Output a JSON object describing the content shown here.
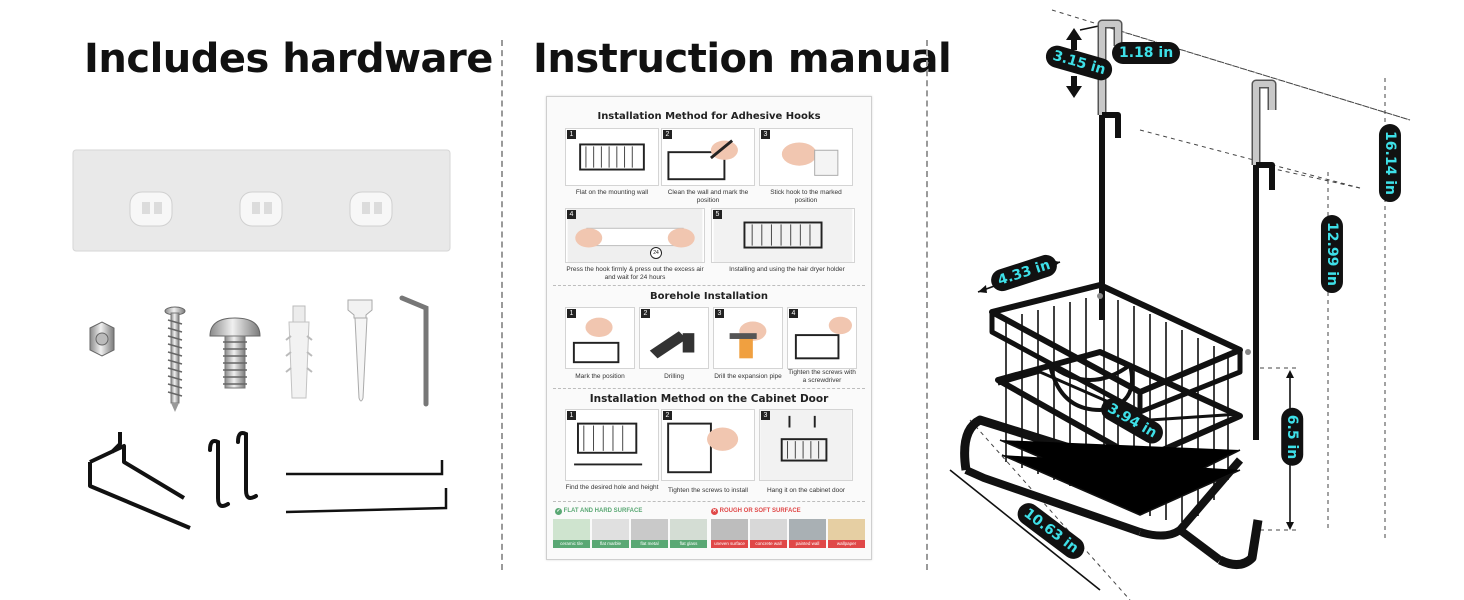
{
  "panels": {
    "hardware": {
      "title": "Includes hardware"
    },
    "manual": {
      "title": "Instruction manual"
    }
  },
  "manual": {
    "section1": {
      "title": "Installation Method for Adhesive Hooks",
      "steps": [
        {
          "num": "1",
          "caption": "Flat on the mounting wall"
        },
        {
          "num": "2",
          "caption": "Clean the wall and mark the position"
        },
        {
          "num": "3",
          "caption": "Stick hook to the marked position"
        },
        {
          "num": "4",
          "caption": "Press the hook firmly & press out the excess air and wait for 24 hours"
        },
        {
          "num": "5",
          "caption": "Installing and using the hair dryer holder"
        }
      ],
      "timer_label": "24"
    },
    "section2": {
      "title": "Borehole Installation",
      "steps": [
        {
          "num": "1",
          "caption": "Mark the position"
        },
        {
          "num": "2",
          "caption": "Drilling"
        },
        {
          "num": "3",
          "caption": "Drill the expansion pipe"
        },
        {
          "num": "4",
          "caption": "Tighten the screws with a screwdriver"
        }
      ]
    },
    "section3": {
      "title": "Installation Method on the Cabinet Door",
      "steps": [
        {
          "num": "1",
          "caption": "Find the desired hole and height"
        },
        {
          "num": "2",
          "caption": "Tighten the screws to install"
        },
        {
          "num": "3",
          "caption": "Hang it on the cabinet door"
        }
      ]
    },
    "surfaces": {
      "good_heading": "FLAT AND HARD SURFACE",
      "bad_heading": "ROUGH OR SOFT SURFACE",
      "good": [
        "ceramic tile",
        "flat marble",
        "flat metal",
        "flat glass"
      ],
      "bad": [
        "uneven surface",
        "concrete wall",
        "painted wall",
        "wallpaper"
      ],
      "good_color": "#5aa874",
      "bad_color": "#e04848"
    }
  },
  "dimensions": {
    "hook_height": "3.15 in",
    "hook_width": "1.18 in",
    "total_height": "16.14 in",
    "hanger_height": "12.99 in",
    "depth": "4.33 in",
    "holder_diameter": "3.94 in",
    "basket_height": "6.5 in",
    "width": "10.63 in"
  },
  "colors": {
    "accent_text": "#3ee0e8",
    "pill_bg": "#111111",
    "divider": "#9a9a9a"
  }
}
